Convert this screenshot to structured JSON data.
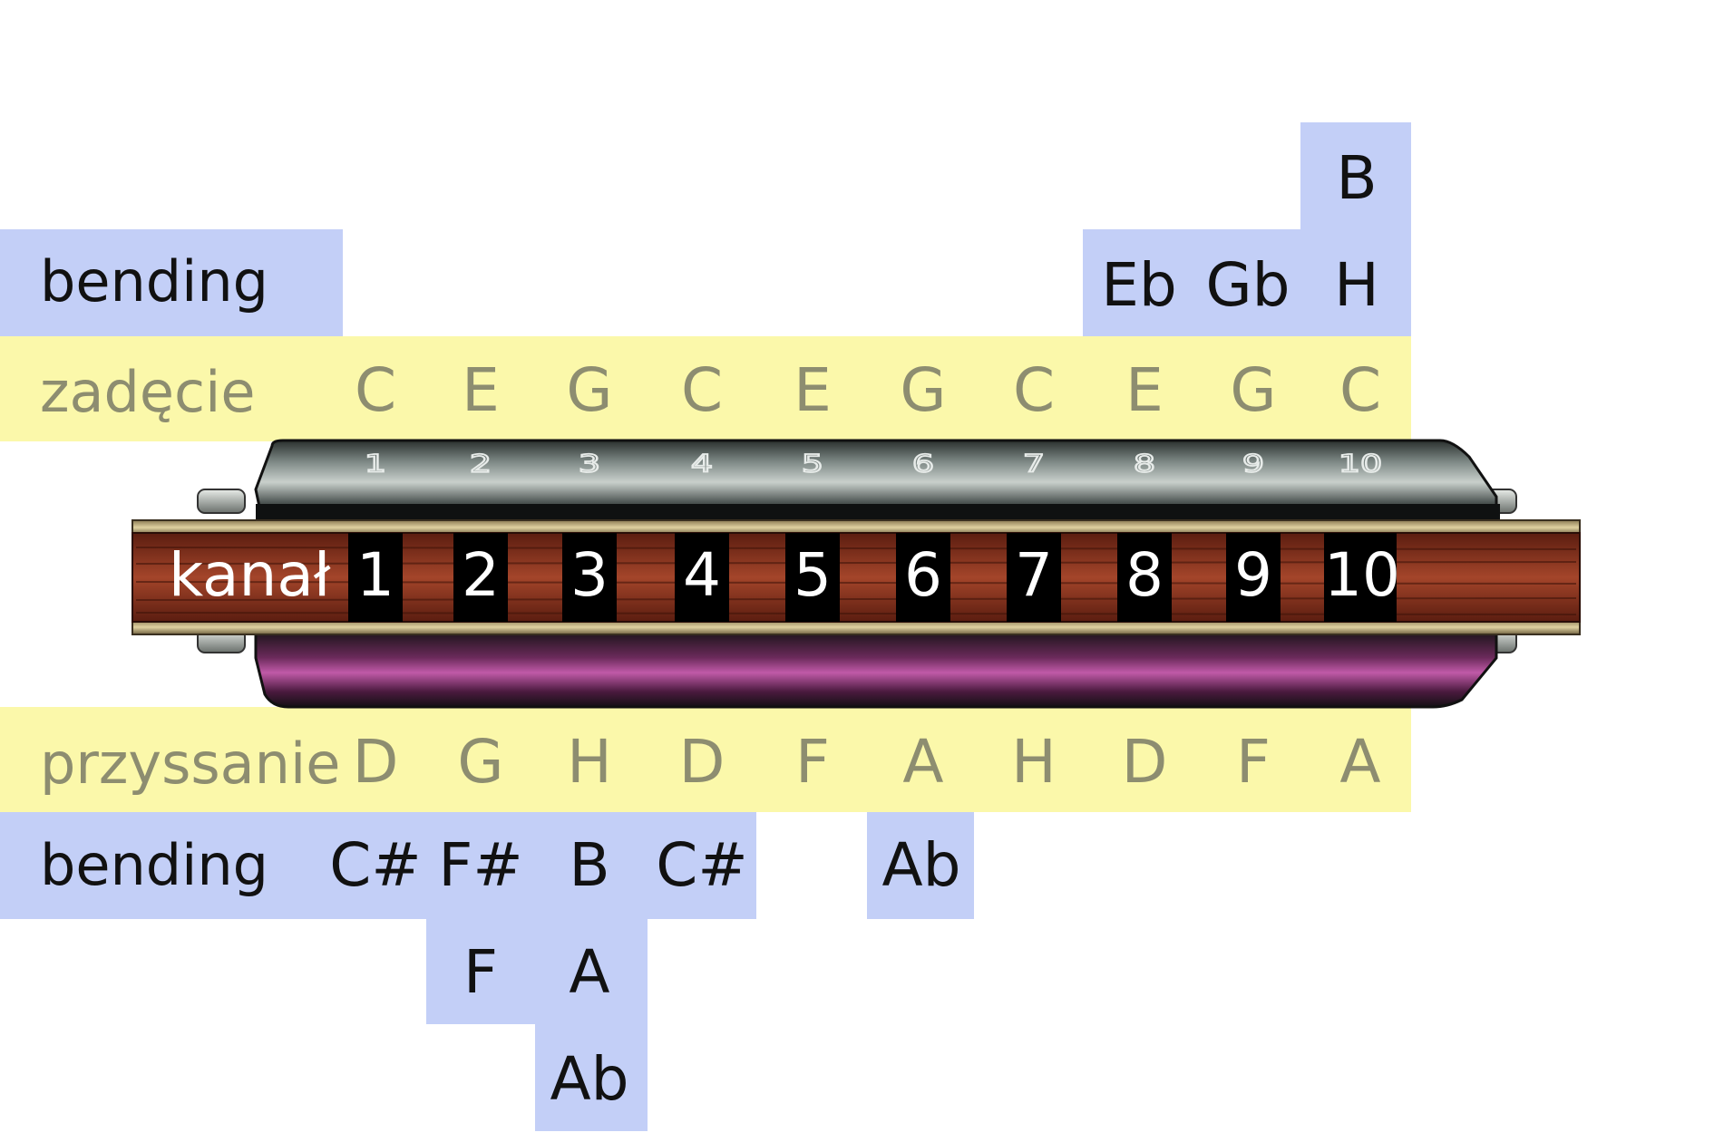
{
  "colors": {
    "blue": "#c3cff7",
    "yellow": "#fbf8aa",
    "muted_text": "#8d8d70",
    "dark_text": "#111111"
  },
  "labels": {
    "blow_bending": "bending",
    "blow": "zadęcie",
    "channel": "kanał",
    "draw": "przyssanie",
    "draw_bending": "bending"
  },
  "channels": [
    "1",
    "2",
    "3",
    "4",
    "5",
    "6",
    "7",
    "8",
    "9",
    "10"
  ],
  "blow_notes": [
    "C",
    "E",
    "G",
    "C",
    "E",
    "G",
    "C",
    "E",
    "G",
    "C"
  ],
  "draw_notes": [
    "D",
    "G",
    "H",
    "D",
    "F",
    "A",
    "H",
    "D",
    "F",
    "A"
  ],
  "blow_bends": {
    "ch8": "Eb",
    "ch9": "Gb",
    "ch10": [
      "H",
      "B"
    ]
  },
  "draw_bends": {
    "ch1": "C#",
    "ch2": [
      "F#",
      "F"
    ],
    "ch3": [
      "B",
      "A",
      "Ab"
    ],
    "ch4": "C#",
    "ch6": "Ab"
  },
  "reed_plate_engraving": [
    "1",
    "2",
    "3",
    "4",
    "5",
    "6",
    "7",
    "8",
    "9",
    "10"
  ]
}
